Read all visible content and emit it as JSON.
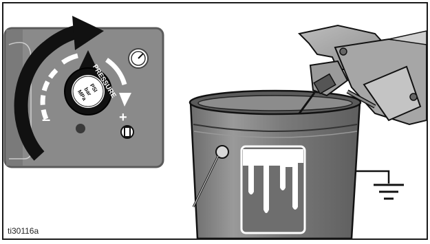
{
  "figure_id": "ti30116a",
  "control_panel": {
    "knob_label": "PRESSURE",
    "units": [
      "PSI",
      "bar",
      "MPa"
    ],
    "decrease_symbol": "–",
    "increase_symbol": "+",
    "gauge_icon": "pressure-gauge-icon",
    "rotation_arrow_icon": "clockwise-arrow-icon",
    "prime_valve_icon": "valve-icon"
  },
  "colors": {
    "panel": "#8a8a8a",
    "panel_border": "#5a5a5a",
    "knob": "#111111",
    "bucket": "#7f7f7f",
    "outline": "#1a1a1a"
  }
}
